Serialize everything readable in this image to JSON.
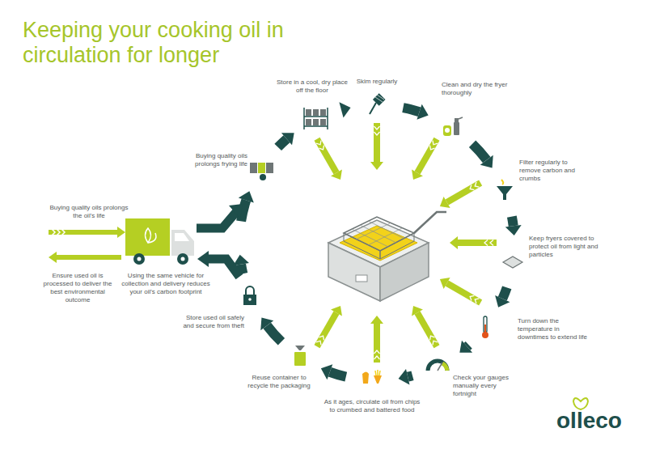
{
  "diagram": {
    "title": "Keeping your cooking oil in circulation for longer",
    "labels": [
      "Skim regularly",
      "Clean and dry the fryer thoroughly",
      "Filter regularly to remove carbon and crumbs",
      "Keep fryers covered to protect oil from light and particles",
      "Turn down the temperature in downtimes to extend life",
      "Check your gauges manually every fortnight",
      "As it ages, circulate oil from chips to crumbed and battered food",
      "Reuse container to recycle the packaging",
      "Store used oil safely and secure from theft",
      "Buying quality oils prolongs frying life",
      "Store in a cool, dry place off the floor",
      "Buying quality oils prolongs the oil's life",
      "Ensure used oil is processed to deliver the best environmental outcome",
      "Using the same vehicle for collection and delivery reduces your oil's carbon footprint",
      "olleco"
    ]
  }
}
